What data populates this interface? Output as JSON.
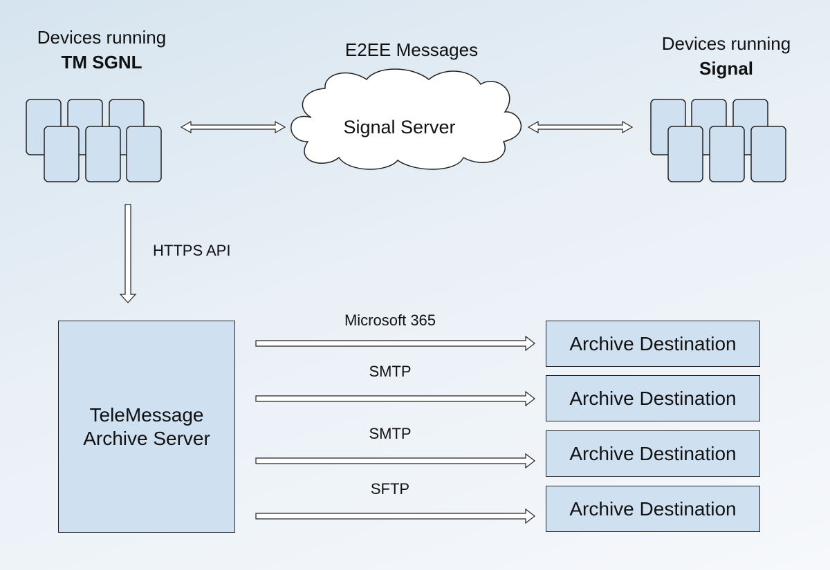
{
  "left_devices": {
    "line1": "Devices running",
    "line2": "TM SGNL"
  },
  "right_devices": {
    "line1": "Devices running",
    "line2": "Signal"
  },
  "cloud": {
    "top_label": "E2EE Messages",
    "label": "Signal Server"
  },
  "api_label": "HTTPS API",
  "archive_server": {
    "line1": "TeleMessage",
    "line2": "Archive Server"
  },
  "connections": [
    {
      "protocol": "Microsoft 365",
      "destination": "Archive Destination"
    },
    {
      "protocol": "SMTP",
      "destination": "Archive Destination"
    },
    {
      "protocol": "SMTP",
      "destination": "Archive Destination"
    },
    {
      "protocol": "SFTP",
      "destination": "Archive Destination"
    }
  ]
}
